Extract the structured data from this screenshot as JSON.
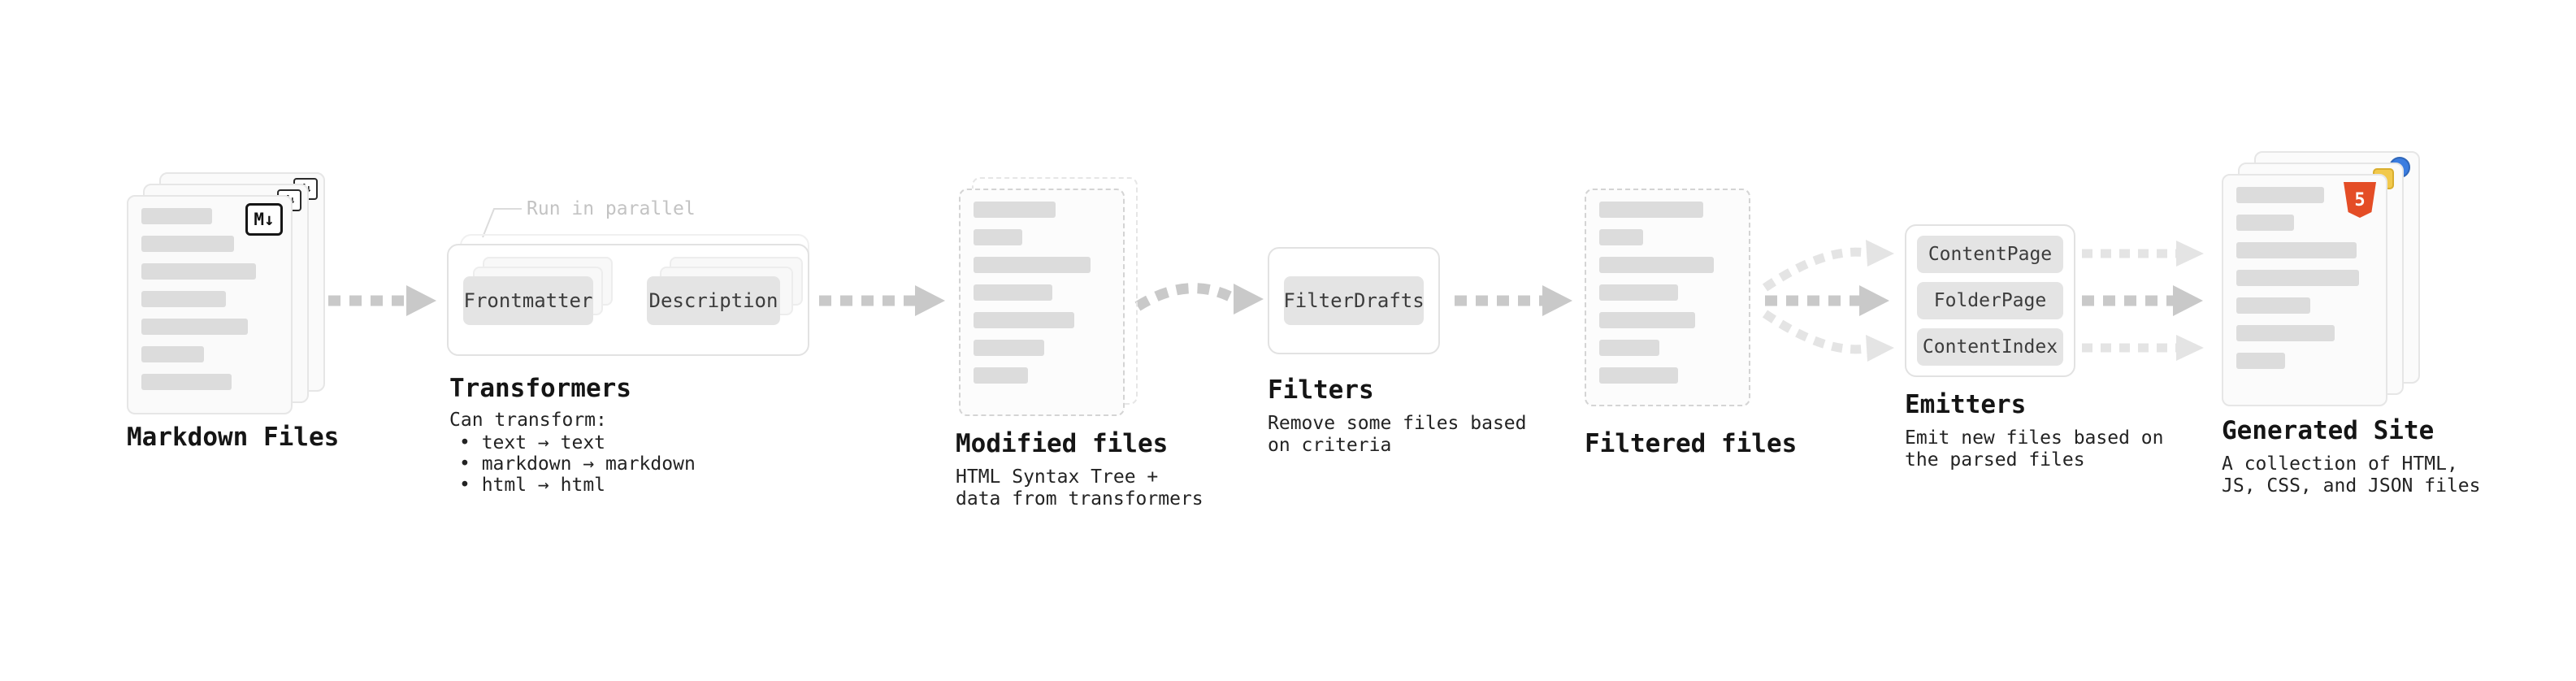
{
  "diagram": {
    "markdown_files": {
      "title": "Markdown Files",
      "icon": "M↓"
    },
    "transformers": {
      "title": "Transformers",
      "note": "Run in parallel",
      "chip_frontmatter": "Frontmatter",
      "chip_description": "Description",
      "caption_heading": "Can transform:",
      "bullet_1": "• text → text",
      "bullet_2": "• markdown → markdown",
      "bullet_3": "• html → html"
    },
    "modified_files": {
      "title": "Modified files",
      "caption": "HTML Syntax Tree +\ndata from transformers"
    },
    "filters": {
      "title": "Filters",
      "chip_filterdrafts": "FilterDrafts",
      "caption": "Remove some files based\non criteria"
    },
    "filtered_files": {
      "title": "Filtered files"
    },
    "emitters": {
      "title": "Emitters",
      "chip_contentpage": "ContentPage",
      "chip_folderpage": "FolderPage",
      "chip_contentindex": "ContentIndex",
      "caption": "Emit new files based on\nthe parsed files"
    },
    "generated_site": {
      "title": "Generated Site",
      "icon": "5",
      "caption": "A collection of HTML,\nJS, CSS, and JSON files"
    }
  },
  "colors": {
    "html5_orange": "#e44d26",
    "js_yellow": "#f2c94c",
    "css_blue": "#3b7de0",
    "arrow_gray": "#c9c9c9",
    "arrow_light": "#e4e4e4"
  }
}
